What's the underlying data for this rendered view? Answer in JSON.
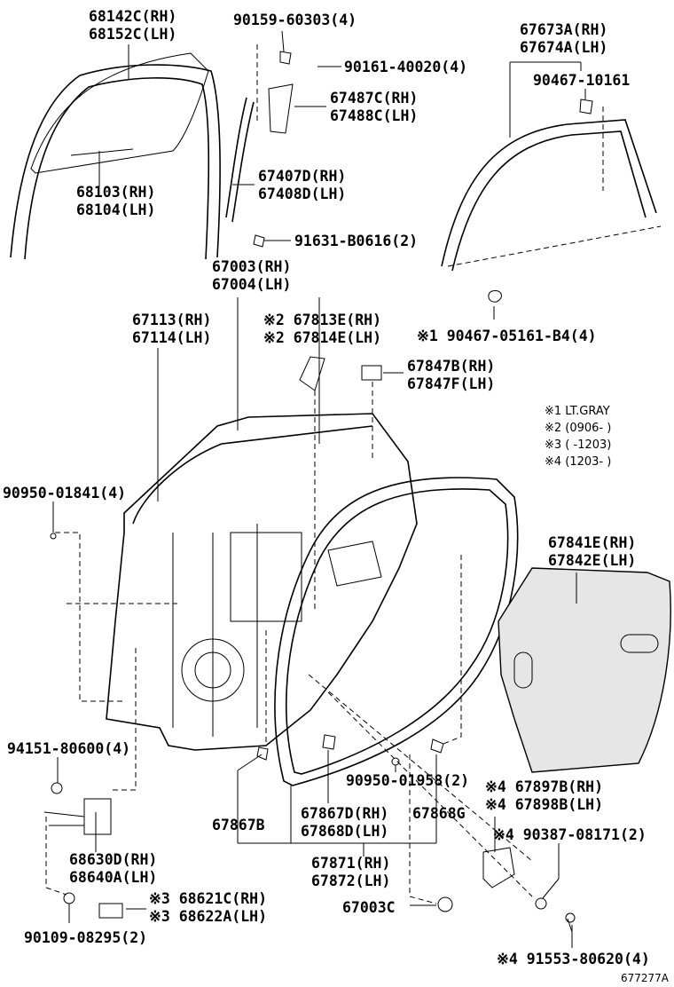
{
  "diagram": {
    "labels": [
      {
        "id": "a",
        "lines": [
          "68142C(RH)",
          "68152C(LH)"
        ]
      },
      {
        "id": "b",
        "lines": [
          "90159-60303(4)"
        ]
      },
      {
        "id": "c",
        "lines": [
          "90161-40020(4)"
        ]
      },
      {
        "id": "d",
        "lines": [
          "67487C(RH)",
          "67488C(LH)"
        ]
      },
      {
        "id": "e",
        "lines": [
          "67673A(RH)",
          "67674A(LH)"
        ]
      },
      {
        "id": "f",
        "lines": [
          "90467-10161"
        ]
      },
      {
        "id": "g",
        "lines": [
          "67407D(RH)",
          "67408D(LH)"
        ]
      },
      {
        "id": "h",
        "lines": [
          "68103(RH)",
          "68104(LH)"
        ]
      },
      {
        "id": "i",
        "lines": [
          "91631-B0616(2)"
        ]
      },
      {
        "id": "j",
        "lines": [
          "67003(RH)",
          "67004(LH)"
        ]
      },
      {
        "id": "k",
        "lines": [
          "67113(RH)",
          "67114(LH)"
        ]
      },
      {
        "id": "l",
        "lines": [
          "※2 67813E(RH)",
          "※2 67814E(LH)"
        ]
      },
      {
        "id": "m",
        "lines": [
          "※1 90467-05161-B4(4)"
        ]
      },
      {
        "id": "n",
        "lines": [
          "67847B(RH)",
          "67847F(LH)"
        ]
      },
      {
        "id": "o",
        "lines": [
          "90950-01841(4)"
        ]
      },
      {
        "id": "p",
        "lines": [
          "67841E(RH)",
          "67842E(LH)"
        ]
      },
      {
        "id": "q",
        "lines": [
          "94151-80600(4)"
        ]
      },
      {
        "id": "r",
        "lines": [
          "90950-01958(2)"
        ]
      },
      {
        "id": "s",
        "lines": [
          "※4 67897B(RH)",
          "※4 67898B(LH)"
        ]
      },
      {
        "id": "t",
        "lines": [
          "67867B"
        ]
      },
      {
        "id": "u",
        "lines": [
          "67867D(RH)",
          "67868D(LH)"
        ]
      },
      {
        "id": "v",
        "lines": [
          "67868G"
        ]
      },
      {
        "id": "w",
        "lines": [
          "※4 90387-08171(2)"
        ]
      },
      {
        "id": "x",
        "lines": [
          "68630D(RH)",
          "68640A(LH)"
        ]
      },
      {
        "id": "y",
        "lines": [
          "67871(RH)",
          "67872(LH)"
        ]
      },
      {
        "id": "z",
        "lines": [
          "※3 68621C(RH)",
          "※3 68622A(LH)"
        ]
      },
      {
        "id": "aa",
        "lines": [
          "67003C"
        ]
      },
      {
        "id": "ab",
        "lines": [
          "90109-08295(2)"
        ]
      },
      {
        "id": "ac",
        "lines": [
          "※4 91553-80620(4)"
        ]
      }
    ],
    "notes": [
      "※1 LT.GRAY",
      "※2 (0906-      )",
      "※3 (      -1203)",
      "※4 (1203-      )"
    ],
    "ref_code": "677277A"
  }
}
